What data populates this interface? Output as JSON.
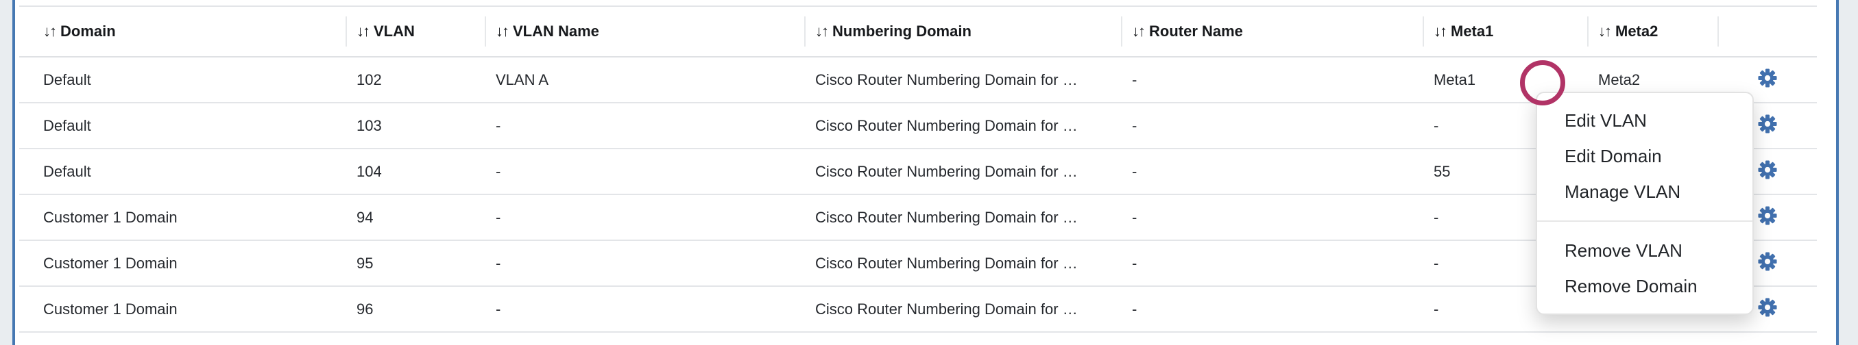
{
  "page": {
    "background_color": "#e9edf0",
    "accent_line_color": "#4678b2",
    "annotation": {
      "click_circle_color": "#b13366",
      "shape": "circle-outline"
    }
  },
  "table": {
    "sort_icon": "↓↑",
    "columns": [
      {
        "label": "Domain"
      },
      {
        "label": "VLAN"
      },
      {
        "label": "VLAN Name"
      },
      {
        "label": "Numbering Domain"
      },
      {
        "label": "Router Name"
      },
      {
        "label": "Meta1"
      },
      {
        "label": "Meta2"
      },
      {
        "label": ""
      }
    ],
    "rows": [
      {
        "domain": "Default",
        "vlan": "102",
        "vlan_name": "VLAN A",
        "numbering_domain": "Cisco Router Numbering Domain for …",
        "router_name": "-",
        "meta1": "Meta1",
        "meta2": "Meta2"
      },
      {
        "domain": "Default",
        "vlan": "103",
        "vlan_name": "-",
        "numbering_domain": "Cisco Router Numbering Domain for …",
        "router_name": "-",
        "meta1": "-",
        "meta2": ""
      },
      {
        "domain": "Default",
        "vlan": "104",
        "vlan_name": "-",
        "numbering_domain": "Cisco Router Numbering Domain for …",
        "router_name": "-",
        "meta1": "55",
        "meta2": ""
      },
      {
        "domain": "Customer 1 Domain",
        "vlan": "94",
        "vlan_name": "-",
        "numbering_domain": "Cisco Router Numbering Domain for …",
        "router_name": "-",
        "meta1": "-",
        "meta2": ""
      },
      {
        "domain": "Customer 1 Domain",
        "vlan": "95",
        "vlan_name": "-",
        "numbering_domain": "Cisco Router Numbering Domain for …",
        "router_name": "-",
        "meta1": "-",
        "meta2": ""
      },
      {
        "domain": "Customer 1 Domain",
        "vlan": "96",
        "vlan_name": "-",
        "numbering_domain": "Cisco Router Numbering Domain for …",
        "router_name": "-",
        "meta1": "-",
        "meta2": "-"
      }
    ],
    "row_action_icon": "gear-icon",
    "row_action_icon_color": "#4170ae"
  },
  "context_menu": {
    "groups": [
      {
        "items": [
          {
            "label": "Edit VLAN"
          },
          {
            "label": "Edit Domain"
          },
          {
            "label": "Manage VLAN"
          }
        ]
      },
      {
        "items": [
          {
            "label": "Remove VLAN"
          },
          {
            "label": "Remove Domain"
          }
        ]
      }
    ]
  }
}
